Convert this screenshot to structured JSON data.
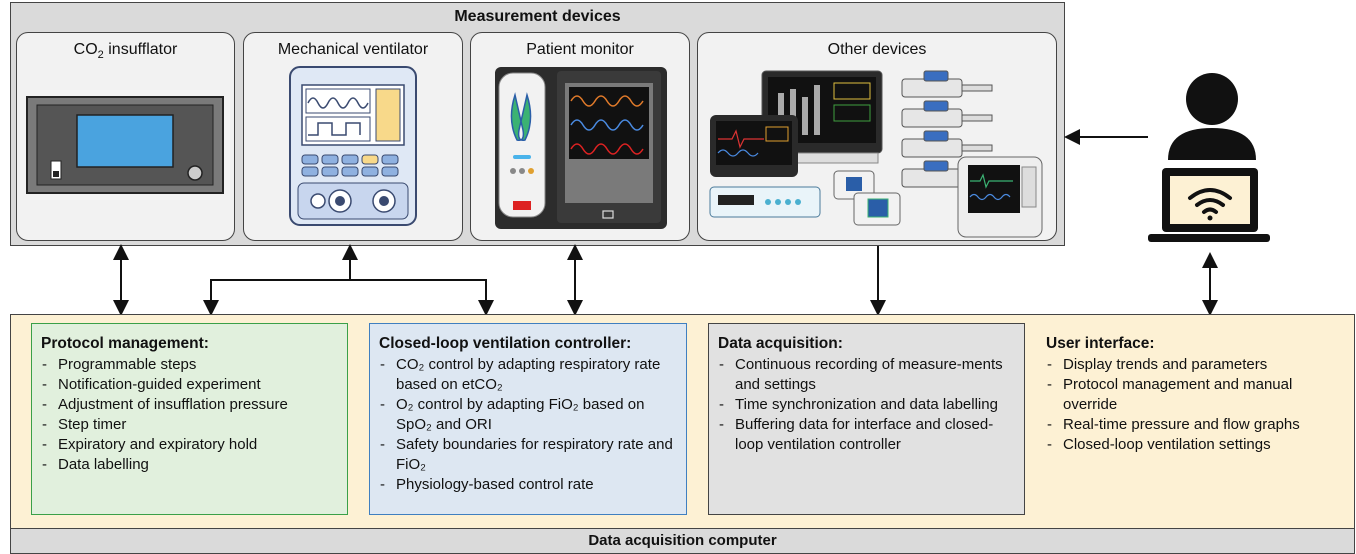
{
  "measurement_devices": {
    "title": "Measurement devices",
    "devices": [
      {
        "label": "CO",
        "sub": "2",
        "tail": " insufflator"
      },
      {
        "label": "Mechanical ventilator"
      },
      {
        "label": "Patient monitor"
      },
      {
        "label": "Other devices"
      }
    ]
  },
  "computer": {
    "title": "Data acquisition computer",
    "panels": [
      {
        "title": "Protocol management:",
        "color": "#e1f0dd",
        "border": "#3aa048",
        "items": [
          "Programmable steps",
          "Notification-guided experiment",
          "Adjustment of insufflation pressure",
          "Step timer",
          "Expiratory and expiratory hold",
          "Data labelling"
        ]
      },
      {
        "title": "Closed-loop ventilation controller:",
        "color": "#dde7f2",
        "border": "#3f7fc0",
        "items": [
          "CO₂ control by adapting respiratory rate based on etCO₂",
          "O₂ control by adapting FiO₂ based on SpO₂ and ORI",
          "Safety boundaries for respiratory rate and FiO₂",
          "Physiology-based control rate"
        ]
      },
      {
        "title": "Data acquisition:",
        "color": "#e1e1e1",
        "border": "#444444",
        "items": [
          "Continuous recording of measure-ments and settings",
          "Time synchronization and data labelling",
          "Buffering data for interface and closed-loop ventilation controller"
        ]
      },
      {
        "title": "User interface:",
        "color": "#fdf1d4",
        "border": "none",
        "items": [
          "Display trends and parameters",
          "Protocol management and manual override",
          "Real-time pressure and flow graphs",
          "Closed-loop ventilation settings"
        ]
      }
    ]
  },
  "icons": [
    "insufflator-icon",
    "ventilator-icon",
    "patient-monitor-icon",
    "other-devices-icon",
    "user-icon",
    "laptop-wifi-icon"
  ]
}
